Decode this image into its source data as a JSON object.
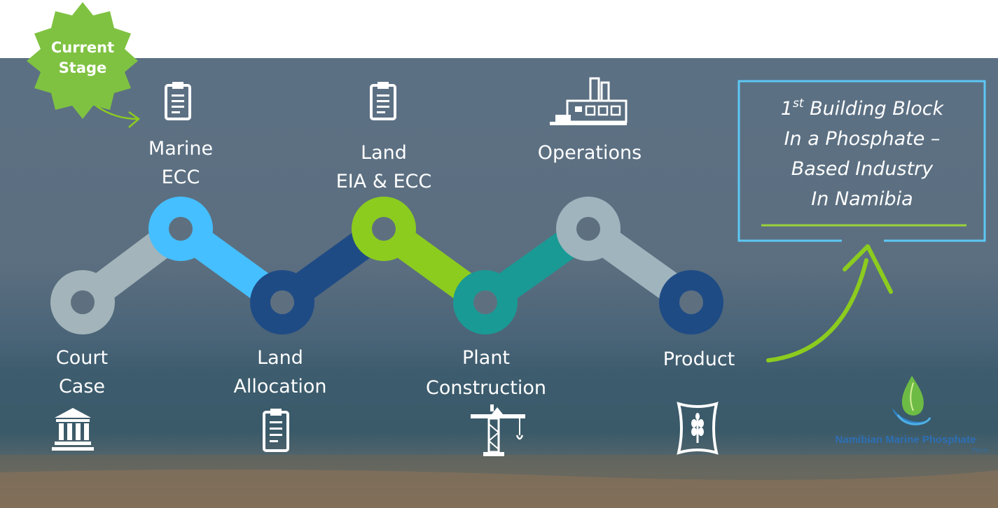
{
  "badge": {
    "line1": "Current",
    "line2": "Stage",
    "color": "#7fc241"
  },
  "top_stages": [
    {
      "line1": "Marine",
      "line2": "ECC",
      "icon": "clipboard-icon",
      "color": "#45bfff"
    },
    {
      "line1": "Land",
      "line2": "EIA & ECC",
      "icon": "clipboard-icon",
      "color": "#8ccc1e"
    },
    {
      "line1": "Operations",
      "line2": "",
      "icon": "factory-icon",
      "color": "#9fb4bd"
    }
  ],
  "bottom_stages": [
    {
      "line1": "Court",
      "line2": "Case",
      "icon": "courthouse-icon",
      "color": "#a3b4ba"
    },
    {
      "line1": "Land",
      "line2": "Allocation",
      "icon": "clipboard-icon",
      "color": "#1f4b85"
    },
    {
      "line1": "Plant",
      "line2": "Construction",
      "icon": "crane-icon",
      "color": "#1a9a95"
    },
    {
      "line1": "Product",
      "line2": "",
      "icon": "grain-sack-icon",
      "color": "#1f4b85"
    }
  ],
  "goal_box": {
    "line1_number": "1",
    "line1_sup": "st",
    "line1_rest": " Building Block",
    "line2": "In a Phosphate –",
    "line3": "Based Industry",
    "line4": "In Namibia",
    "accent": "#9ad23a",
    "border": "#5cc8f5"
  },
  "logo": {
    "name": "Namibian Marine Phosphate",
    "suffix": "(Pty) Ltd",
    "icon": "leaf-drop-icon"
  }
}
